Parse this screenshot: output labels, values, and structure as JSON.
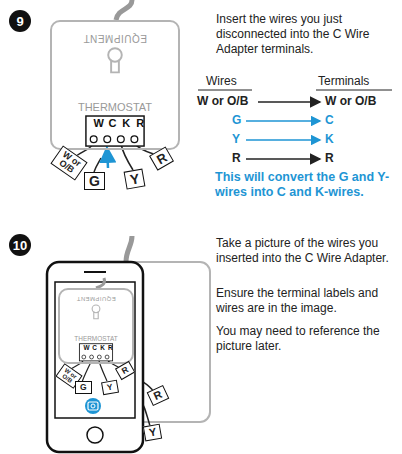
{
  "diagram": {
    "nodes": [
      {
        "text": [
          "9"
        ]
      },
      {
        "text": [
          "EQUIPMENT",
          "THERMOSTAT",
          "W",
          "C",
          "K",
          "R"
        ]
      },
      {
        "text": [
          "W or O/B"
        ]
      },
      {
        "text": [
          "G"
        ]
      },
      {
        "text": [
          "Y"
        ]
      },
      {
        "text": [
          "R"
        ]
      },
      {
        "text": [
          "10"
        ]
      },
      {
        "text": [
          "EQUIPMENT",
          "THERMOSTAT",
          "W",
          "C",
          "K",
          "R"
        ]
      },
      {
        "text": [
          "W or O/B"
        ]
      },
      {
        "text": [
          "G"
        ]
      },
      {
        "text": [
          "Y"
        ]
      },
      {
        "text": [
          "R"
        ]
      },
      {
        "text": [
          "R"
        ]
      },
      {
        "text": [
          "Y"
        ]
      }
    ],
    "labels": [
      "Insert the wires you just disconnected into the C Wire Adapter terminals.",
      "Wires",
      "Terminals",
      "W or O/B",
      "G",
      "Y",
      "R",
      "W or O/B",
      "C",
      "K",
      "R",
      "This will convert the G and Y-wires into C and K-wires.",
      "Take a picture of the wires you inserted into the C Wire Adapter.",
      "Ensure the terminal labels and wires are in the image.",
      "You may need to reference the picture later."
    ]
  }
}
